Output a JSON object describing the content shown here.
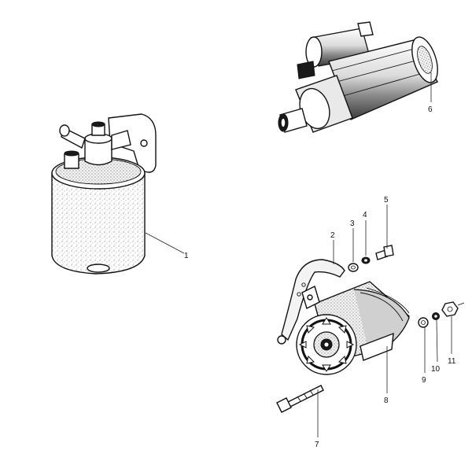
{
  "callouts": {
    "c1": "1",
    "c2": "2",
    "c3": "3",
    "c4": "4",
    "c5": "5",
    "c6": "6",
    "c7": "7",
    "c8": "8",
    "c9": "9",
    "c10": "10",
    "c11": "11"
  },
  "colors": {
    "ink": "#111111",
    "paper": "#ffffff",
    "stipple": "#9a9a9a"
  }
}
